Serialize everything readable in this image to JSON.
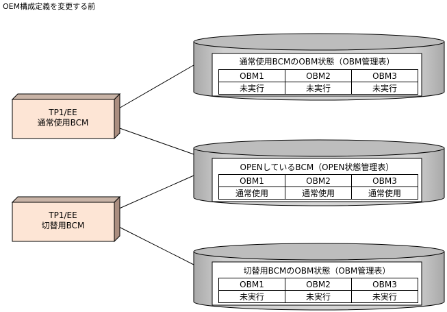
{
  "caption": "OEM構成定義を変更する前",
  "nodes": [
    {
      "line1": "TP1/EE",
      "line2": "通常使用BCM"
    },
    {
      "line1": "TP1/EE",
      "line2": "切替用BCM"
    }
  ],
  "databases": [
    {
      "title": "通常使用BCMのOBM状態（OBM管理表）",
      "headers": [
        "OBM1",
        "OBM2",
        "OBM3"
      ],
      "values": [
        "未実行",
        "未実行",
        "未実行"
      ]
    },
    {
      "title": "OPENしているBCM（OPEN状態管理表）",
      "headers": [
        "OBM1",
        "OBM2",
        "OBM3"
      ],
      "values": [
        "通常使用",
        "通常使用",
        "通常使用"
      ]
    },
    {
      "title": "切替用BCMのOBM状態（OBM管理表）",
      "headers": [
        "OBM1",
        "OBM2",
        "OBM3"
      ],
      "values": [
        "未実行",
        "未実行",
        "未実行"
      ]
    }
  ],
  "colors": {
    "box_front": "#fde5d5",
    "box_top": "#c8b3a6",
    "box_side": "#ab8e80",
    "cylinder": "#c9c9c9",
    "cylinder_dark": "#a9a9a9"
  }
}
